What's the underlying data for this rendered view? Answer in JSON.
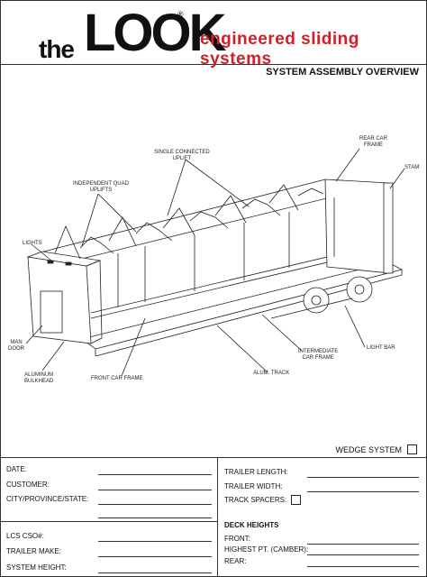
{
  "header": {
    "logo_the": "the",
    "logo_look": "LOOK",
    "logo_reg": "®",
    "tagline": "engineered sliding systems",
    "title": "SYSTEM ASSEMBLY OVERVIEW"
  },
  "labels": {
    "single_connected_uplift": [
      "SINGLE CONNECTED",
      "UPLIFT"
    ],
    "rear_car_frame": [
      "REAR CAR",
      "FRAME"
    ],
    "stam": "STAM",
    "independent_quad_uplifts": [
      "INDEPENDENT QUAD",
      "UPLIFTS"
    ],
    "lights": "LIGHTS",
    "man_door": [
      "MAN",
      "DOOR"
    ],
    "aluminum_bulkhead": [
      "ALUMINUM",
      "BULKHEAD"
    ],
    "front_car_frame": "FRONT CAR FRAME",
    "alum_track": "ALUM. TRACK",
    "intermediate_car_frame": [
      "INTERMEDIATE",
      "CAR FRAME"
    ],
    "light_bar": "LIGHT BAR"
  },
  "wedge": {
    "label": "WEDGE SYSTEM"
  },
  "form": {
    "left": [
      "DATE:",
      "CUSTOMER:",
      "CITY/PROVINCE/STATE:",
      "LCS CSO#:",
      "TRAILER MAKE:",
      "SYSTEM HEIGHT:"
    ],
    "right": [
      "TRAILER LENGTH:",
      "TRAILER WIDTH:",
      "TRACK SPACERS:"
    ],
    "deck_title": "DECK HEIGHTS",
    "deck": [
      "FRONT:",
      "HIGHEST PT. (CAMBER):",
      "REAR:"
    ]
  }
}
